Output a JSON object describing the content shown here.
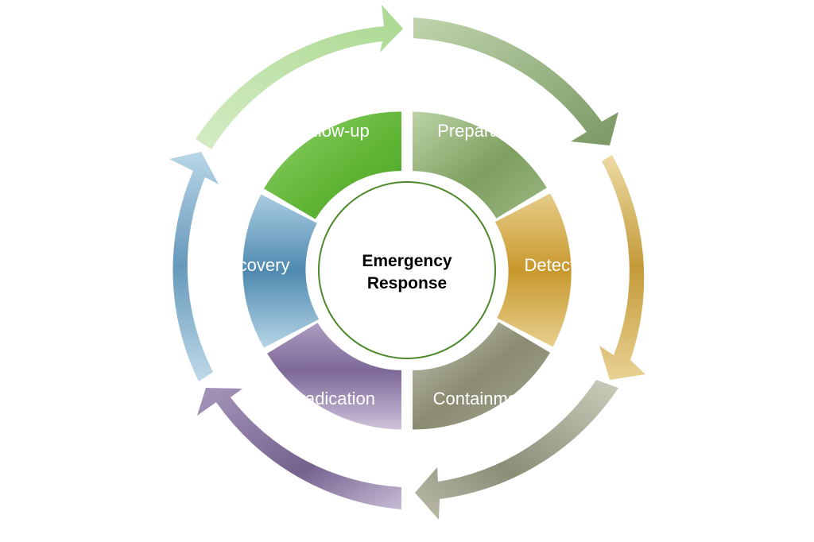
{
  "center": {
    "line1": "Emergency",
    "line2": "Response"
  },
  "segments": [
    {
      "id": "preparation",
      "label": "Preparation",
      "color": "#7fa35f"
    },
    {
      "id": "detection",
      "label": "Detection",
      "color": "#cfa544"
    },
    {
      "id": "containment",
      "label": "Containment",
      "color": "#8b8c74"
    },
    {
      "id": "eradication",
      "label": "Eradication",
      "color": "#8c79a3"
    },
    {
      "id": "recovery",
      "label": "Recovery",
      "color": "#6a9fbf"
    },
    {
      "id": "follow-up",
      "label": "Follow-up",
      "color": "#62b23a"
    }
  ]
}
